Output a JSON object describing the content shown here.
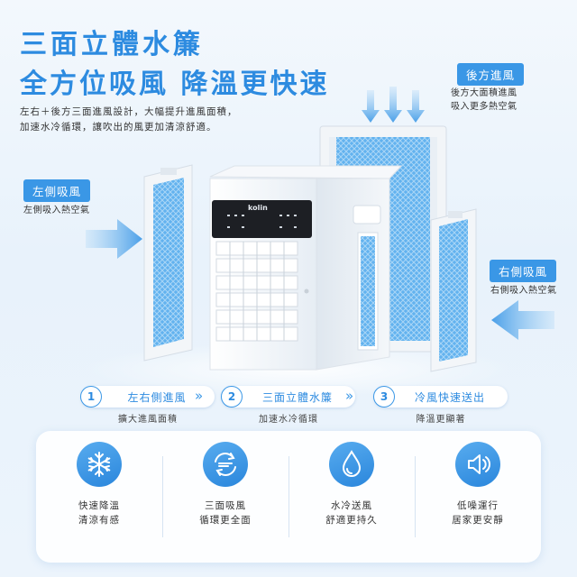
{
  "headline": {
    "line1": "三面立體水簾",
    "line2": "全方位吸風 降溫更快速"
  },
  "intro": {
    "line1": "左右＋後方三面進風設計，大幅提升進風面積，",
    "line2": "加速水冷循環，讓吹出的風更加清涼舒適。"
  },
  "callouts": {
    "back": {
      "label": "後方進風",
      "sub1": "後方大面積進風",
      "sub2": "吸入更多熱空氣"
    },
    "left": {
      "label": "左側吸風",
      "sub": "左側吸入熱空氣"
    },
    "right": {
      "label": "右側吸風",
      "sub": "右側吸入熱空氣"
    }
  },
  "product": {
    "brand": "kolin"
  },
  "steps": [
    {
      "num": "1",
      "label": "左右側進風",
      "sub": "擴大進風面積"
    },
    {
      "num": "2",
      "label": "三面立體水簾",
      "sub": "加速水冷循環"
    },
    {
      "num": "3",
      "label": "冷風快速送出",
      "sub": "降溫更顯著"
    }
  ],
  "step_arrow": "»",
  "features": [
    {
      "icon": "snowflake-icon",
      "line1": "快速降溫",
      "line2": "清涼有感"
    },
    {
      "icon": "air-cycle-icon",
      "line1": "三面吸風",
      "line2": "循環更全面"
    },
    {
      "icon": "water-drop-icon",
      "line1": "水冷送風",
      "line2": "舒適更持久"
    },
    {
      "icon": "speaker-low-icon",
      "line1": "低噪運行",
      "line2": "居家更安靜"
    }
  ],
  "colors": {
    "accent": "#2d8be0",
    "tag_bg": "#3a97e6",
    "filter_blue": "#5db0ee",
    "arrow_blue": "#4a9fe8"
  }
}
